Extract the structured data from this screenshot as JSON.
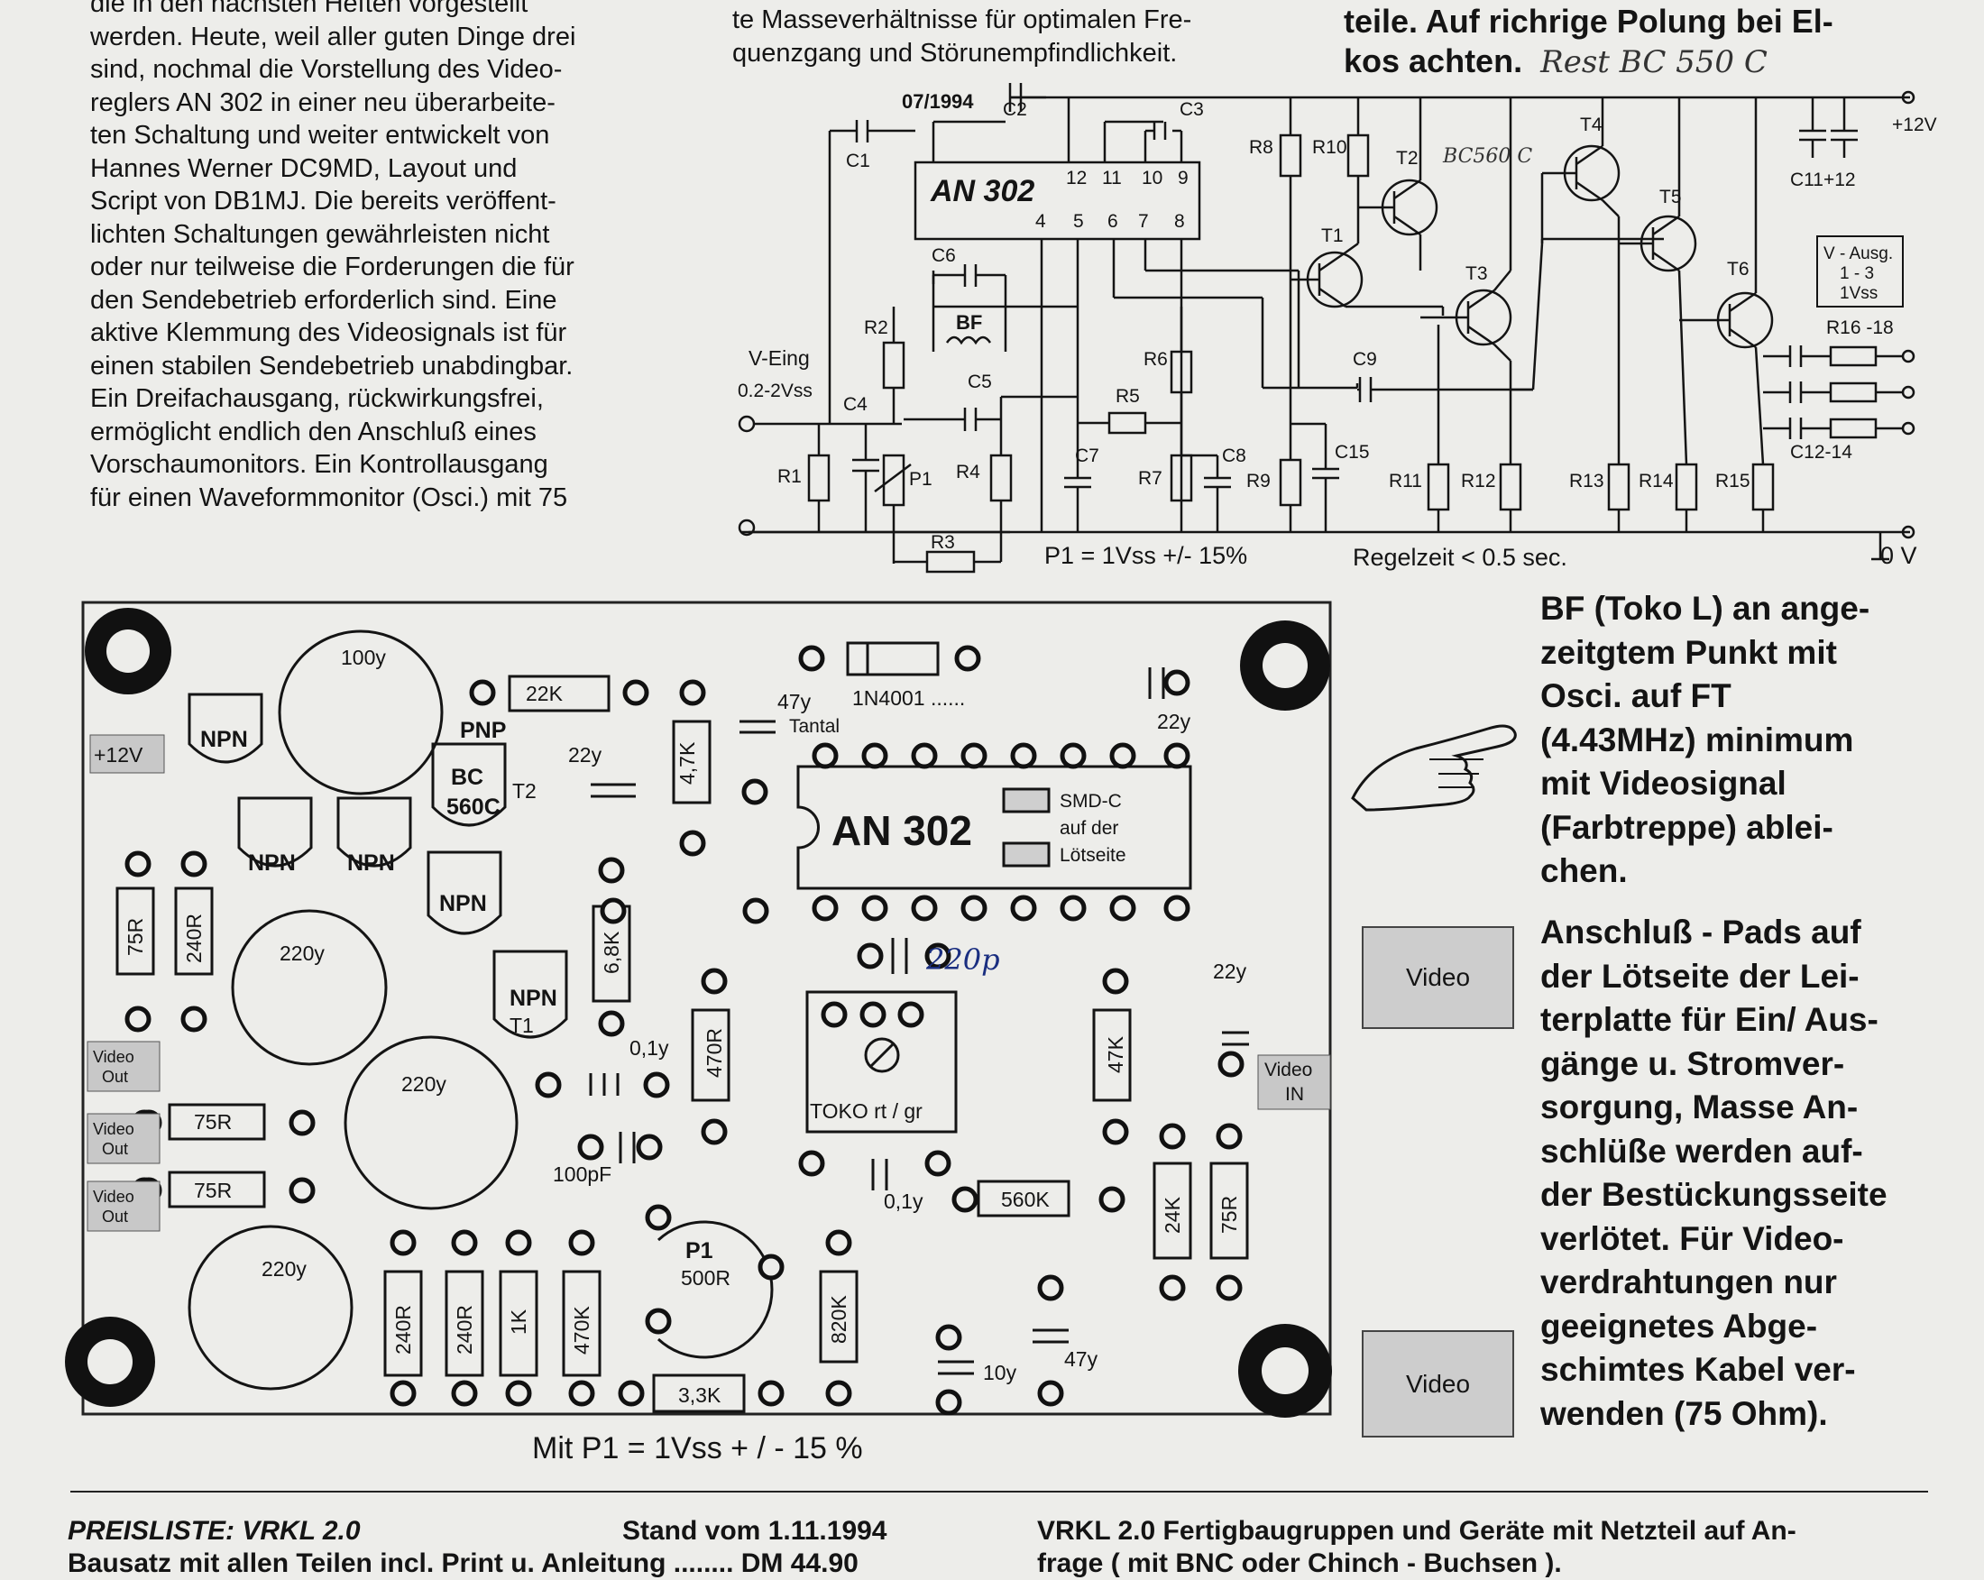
{
  "left_text": {
    "lines": [
      "die in den nächsten Heften vorgestellt",
      "werden. Heute, weil aller guten Dinge drei",
      "sind, nochmal die Vorstellung des Video-",
      "reglers AN 302 in einer neu überarbeite-",
      "ten Schaltung und weiter entwickelt von",
      "Hannes Werner DC9MD, Layout und",
      "Script von DB1MJ. Die bereits veröffent-",
      "lichten Schaltungen gewährleisten nicht",
      "oder nur teilweise die Forderungen die für",
      "den Sendebetrieb erforderlich sind. Eine",
      "aktive Klemmung des Videosignals ist für",
      "einen stabilen Sendebetrieb unabdingbar.",
      "Ein Dreifachausgang, rückwirkungsfrei,",
      "ermöglicht endlich den Anschluß eines",
      "Vorschaumonitors. Ein Kontrollausgang",
      "für einen Waveformmonitor (Osci.) mit 75"
    ]
  },
  "middle_text": {
    "lines": [
      "te Masseverhältnisse für optimalen Fre-",
      "quenzgang und Störunempfindlichkeit."
    ]
  },
  "right_top_text": {
    "lines": [
      "teile. Auf richrige Polung bei El-",
      "kos achten."
    ],
    "handwritten": "Rest BC 550 C"
  },
  "schematic": {
    "date_note": "07/1994",
    "ic": "AN 302",
    "ic_pins_top": [
      "12",
      "11",
      "10",
      "9"
    ],
    "ic_pins_bottom": [
      "4",
      "5",
      "6",
      "7",
      "8"
    ],
    "labels": {
      "c1": "C1",
      "c2": "C2",
      "c3": "C3",
      "c4": "C4",
      "c5": "C5",
      "c6": "C6",
      "c7": "C7",
      "c8": "C8",
      "c9": "C9",
      "c11_12": "C11+12",
      "c12_14": "C12-14",
      "c15": "C15",
      "r1": "R1",
      "r2": "R2",
      "r3": "R3",
      "r4": "R4",
      "r5": "R5",
      "r6": "R6",
      "r7": "R7",
      "r8": "R8",
      "r9": "R9",
      "r10": "R10",
      "r11": "R11",
      "r12": "R12",
      "r13": "R13",
      "r14": "R14",
      "r15": "R15",
      "r16_18": "R16 -18",
      "t1": "T1",
      "t2": "T2",
      "t3": "T3",
      "t4": "T4",
      "t5": "T5",
      "t6": "T6",
      "bf": "BF",
      "p1": "P1",
      "t2_hand": "BC560 C",
      "v_in": "V-Eing",
      "v_in_level": "0.2-2Vss",
      "supply": "+12V",
      "ground": "0 V",
      "v_out_box": [
        "V - Ausg.",
        "1 - 3",
        "1Vss"
      ]
    },
    "p1_note": "P1 = 1Vss  +/- 15%",
    "regel_note": "Regelzeit < 0.5 sec."
  },
  "pcb": {
    "ic": "AN 302",
    "smd_note": [
      "SMD-C",
      "auf der",
      "Lötseite"
    ],
    "diode": "1N4001 ......",
    "parts": {
      "c_100y": "100y",
      "c_220y_a": "220y",
      "c_220y_b": "220y",
      "c_220y_c": "220y",
      "c_47y_tantal": "47y",
      "tantal": "Tantal",
      "c_22y_a": "22y",
      "c_22y_b": "22y",
      "c_22y_c": "22y",
      "c_10y": "10y",
      "c_47y": "47y",
      "c_01y_a": "0,1y",
      "c_01y_b": "0,1y",
      "c_100pf": "100pF",
      "c_220p_hand": "220p",
      "r_22k": "22K",
      "r_47k_v": "4,7K",
      "r_68k": "6,8K",
      "r_470r_v": "470R",
      "r_47k": "47K",
      "r_75r_a": "75R",
      "r_240r_a": "240R",
      "r_75r_b": "75R",
      "r_75r_c": "75R",
      "r_240r_b": "240R",
      "r_240r_c": "240R",
      "r_1k": "1K",
      "r_470k": "470K",
      "r_820k": "820K",
      "r_33k": "3,3K",
      "r_560k": "560K",
      "r_24k": "24K",
      "r_75r_d": "75R",
      "npn": "NPN",
      "pnp": "PNP",
      "bc560c": [
        "BC",
        "560C"
      ],
      "t2": "T2",
      "t1": "T1",
      "toko": "TOKO rt / gr",
      "p1": [
        "P1",
        "500R"
      ],
      "plus12": "+12V",
      "video_out": [
        "Video",
        "Out"
      ],
      "video_in": [
        "Video",
        "IN"
      ]
    },
    "caption": "Mit P1 = 1Vss + / - 15 %"
  },
  "right_notes": {
    "p1": [
      "BF (Toko L) an ange-",
      "zeitgtem Punkt mit",
      "Osci. auf FT",
      "(4.43MHz) minimum",
      "mit Videosignal",
      "(Farbtreppe) ablei-",
      "chen."
    ],
    "p2": [
      "Anschluß - Pads auf",
      "der Lötseite der Lei-",
      "terplatte für Ein/ Aus-",
      "gänge u. Stromver-",
      "sorgung, Masse An-",
      "schlüße werden auf-",
      "der Bestückungsseite",
      "verlötet. Für Video-",
      "verdrahtungen nur",
      "geeignetes Abge-",
      "schimtes Kabel ver-",
      "wenden (75 Ohm)."
    ],
    "video_pad": "Video"
  },
  "footer": {
    "left_title": "PREISLISTE:",
    "left_title_product": "VRKL 2.0",
    "date": "Stand vom 1.11.1994",
    "kit": "Bausatz mit allen Teilen incl. Print u. Anleitung ........ DM 44.90",
    "right_line1": "VRKL 2.0  Fertigbaugruppen und Geräte mit Netzteil auf An-",
    "right_line2": "frage ( mit BNC oder Chinch - Buchsen )."
  }
}
